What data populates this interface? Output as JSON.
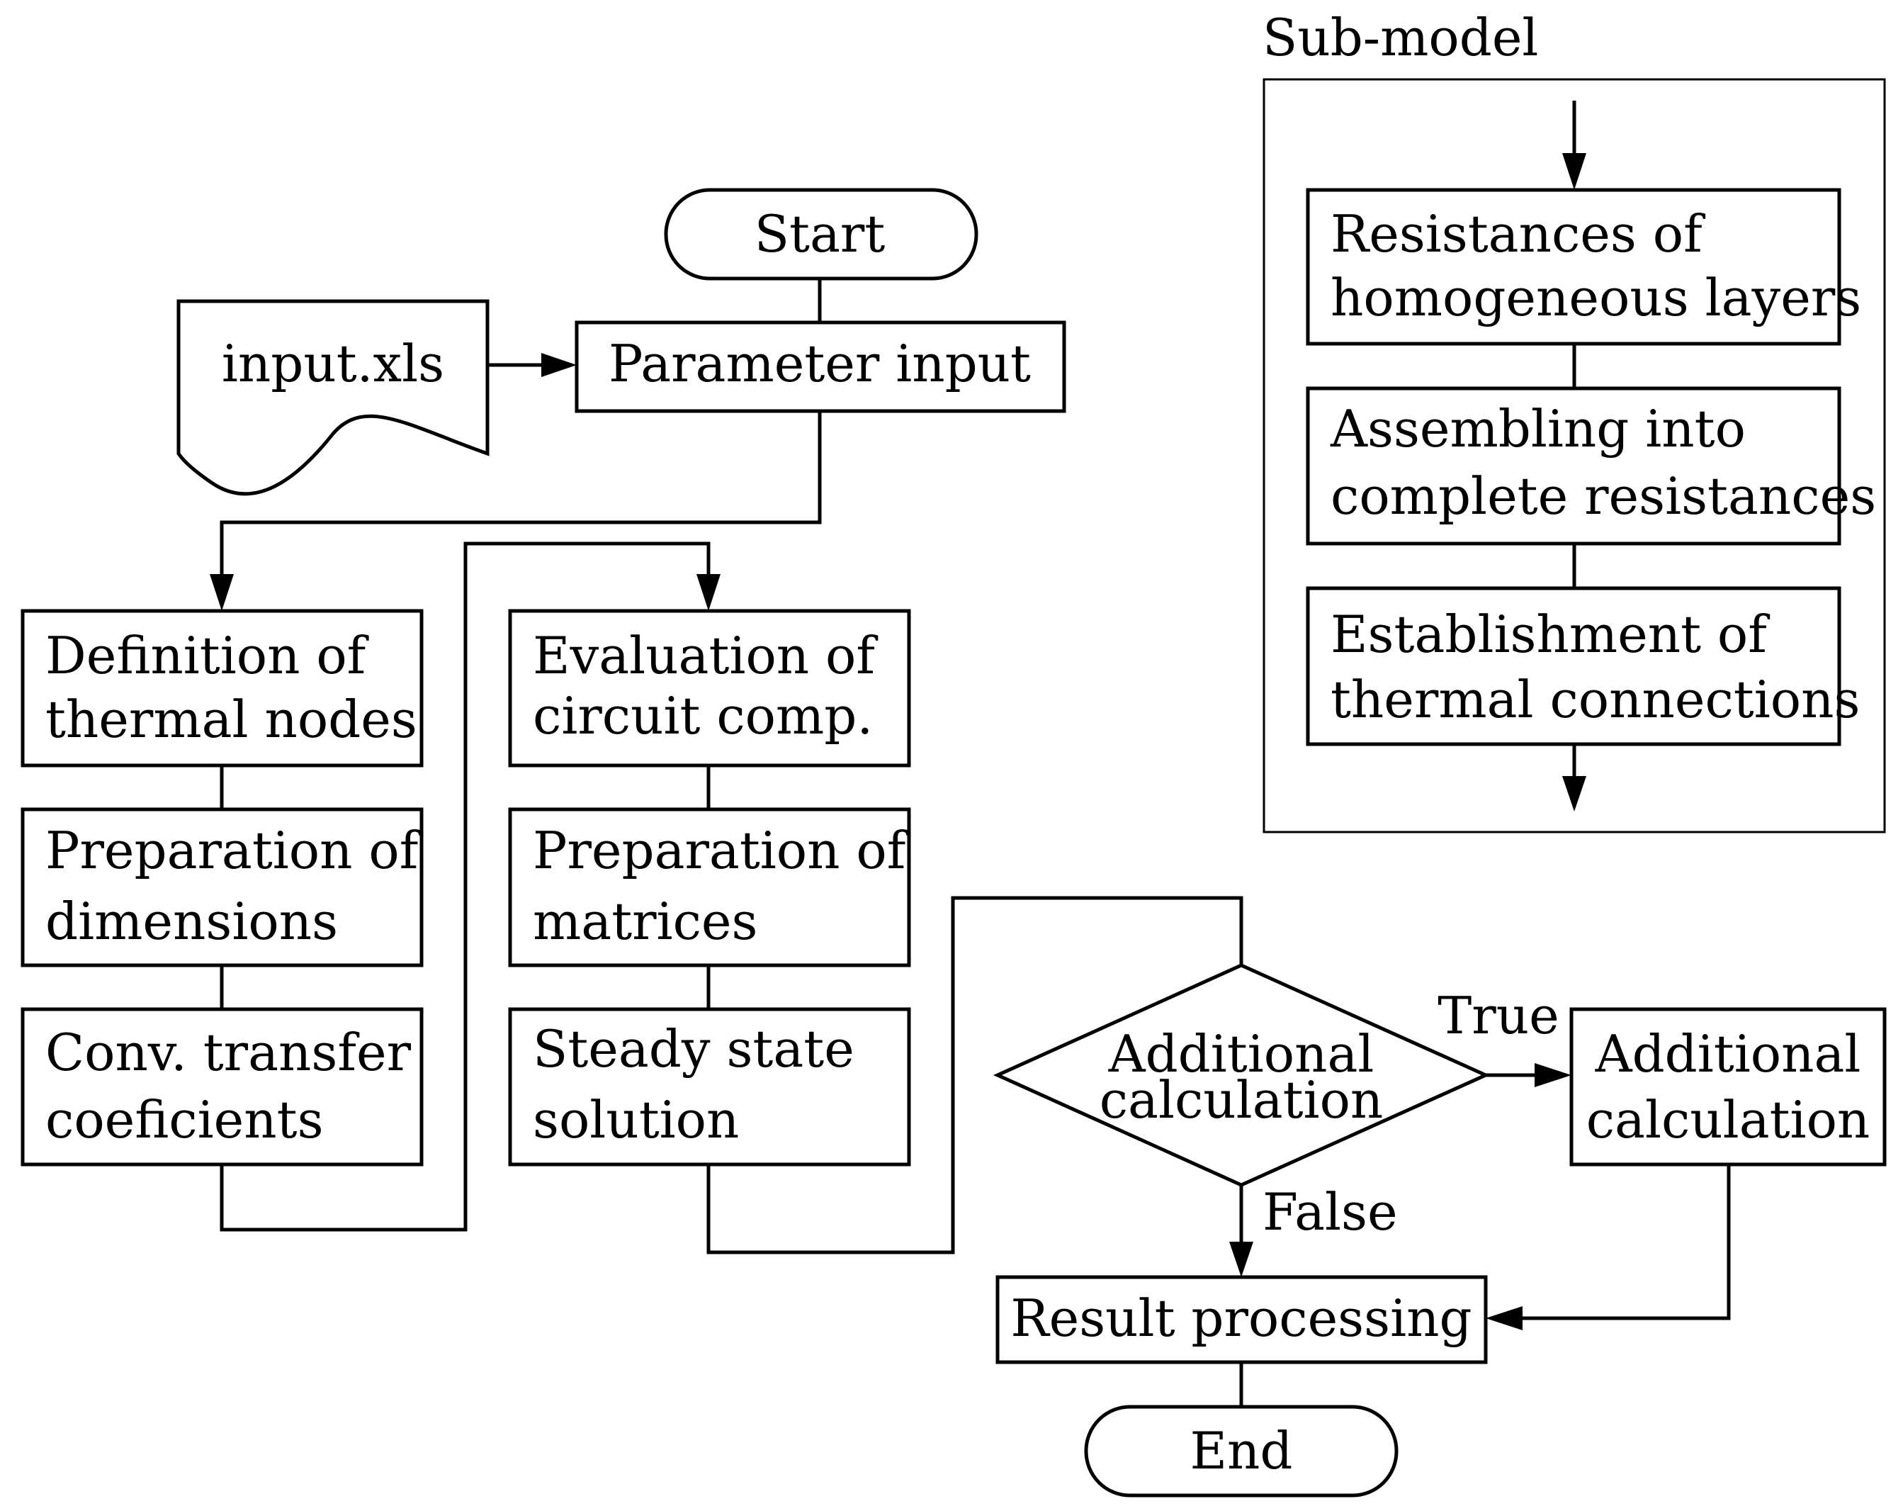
{
  "submodel": {
    "title": "Sub-model",
    "steps": [
      {
        "line1": "Resistances of",
        "line2": "homogeneous layers"
      },
      {
        "line1": "Assembling into",
        "line2": "complete resistances"
      },
      {
        "line1": "Establishment of",
        "line2": "thermal connections"
      }
    ]
  },
  "main": {
    "start": "Start",
    "input_file": "input.xls",
    "parameter_input": "Parameter input",
    "left_column": [
      {
        "line1": "Definition of",
        "line2": "thermal nodes"
      },
      {
        "line1": "Preparation of",
        "line2": "dimensions"
      },
      {
        "line1": "Conv. transfer",
        "line2": "coeficients"
      }
    ],
    "middle_column": [
      {
        "line1": "Evaluation of",
        "line2": "circuit comp."
      },
      {
        "line1": "Preparation of",
        "line2": "matrices"
      },
      {
        "line1": "Steady state",
        "line2": "solution"
      }
    ],
    "decision": {
      "line1": "Additional",
      "line2": "calculation"
    },
    "true_label": "True",
    "false_label": "False",
    "additional_calc": {
      "line1": "Additional",
      "line2": "calculation"
    },
    "result_processing": "Result processing",
    "end": "End"
  }
}
